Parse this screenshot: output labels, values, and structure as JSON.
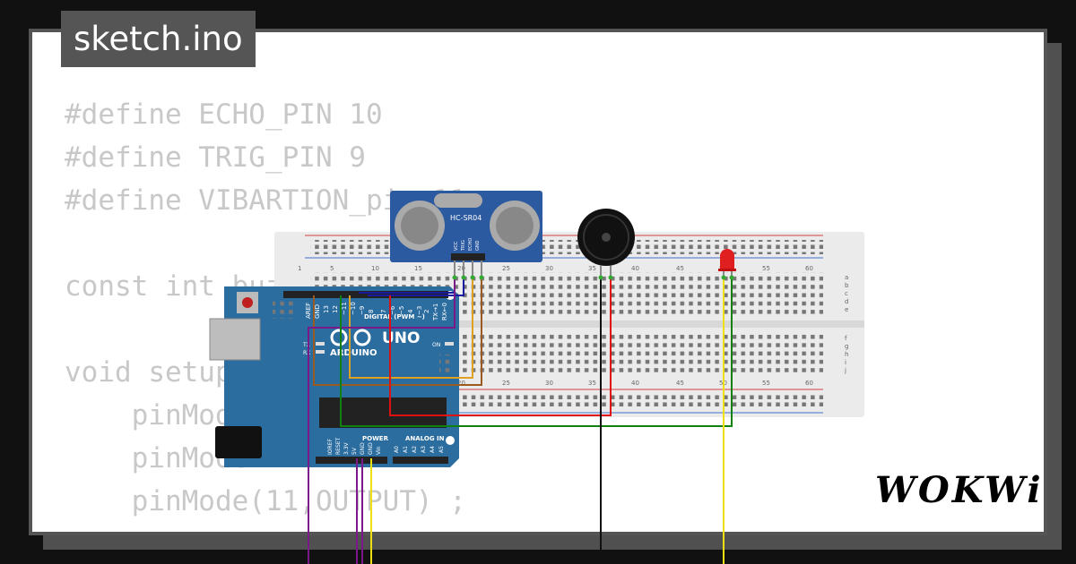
{
  "header": {
    "filename": "sketch.ino"
  },
  "code_lines": [
    "#define ECHO_PIN 10",
    "#define TRIG_PIN 9",
    "#define VIBARTION_pin 11",
    "",
    "const int buzzer",
    "",
    "void setup",
    "    pinMode",
    "    pinMode",
    "    pinMode(11,OUTPUT) ;"
  ],
  "brand": {
    "logo": "WOKWi"
  },
  "board": {
    "model": "UNO",
    "brand": "ARDUINO",
    "digital_label": "DIGITAL (PWM ~)",
    "on_label": "ON",
    "tx_label": "TX",
    "rx_label": "RX",
    "power_label": "POWER",
    "analog_label": "ANALOG IN",
    "aref": "AREF",
    "gnd": "GND",
    "digital_pins": [
      "13",
      "12",
      "~11",
      "~10",
      "~9",
      "8",
      "7",
      "~6",
      "~5",
      "4",
      "~3",
      "2",
      "TX→1",
      "RX←0"
    ],
    "power_pins": [
      "IOREF",
      "RESET",
      "3.3V",
      "5V",
      "GND",
      "GND",
      "Vin"
    ],
    "analog_pins": [
      "A0",
      "A1",
      "A2",
      "A3",
      "A4",
      "A5"
    ]
  },
  "sensor": {
    "model": "HC-SR04",
    "pins": [
      "VCC",
      "TRIG",
      "ECHO",
      "GND"
    ]
  },
  "breadboard": {
    "column_numbers": [
      "1",
      "5",
      "10",
      "15",
      "20",
      "25",
      "30",
      "35",
      "40",
      "45",
      "50",
      "55",
      "60"
    ],
    "rows_top": [
      "a",
      "b",
      "c",
      "d",
      "e"
    ],
    "rows_bottom": [
      "f",
      "g",
      "h",
      "i",
      "j"
    ]
  },
  "colors": {
    "background": "#111111",
    "card": "#ffffff",
    "title_bg": "#555555",
    "code_text": "#c8c8c8",
    "arduino_board": "#2c6da0",
    "breadboard": "#ebebeb",
    "wire_blue": "#1a1aa0",
    "wire_purple": "#7a1a8a",
    "wire_orange": "#e0a020",
    "wire_brown": "#9a5a20",
    "wire_red": "#e01010",
    "wire_green": "#108010",
    "wire_yellow": "#f0e010",
    "wire_black": "#111111"
  }
}
